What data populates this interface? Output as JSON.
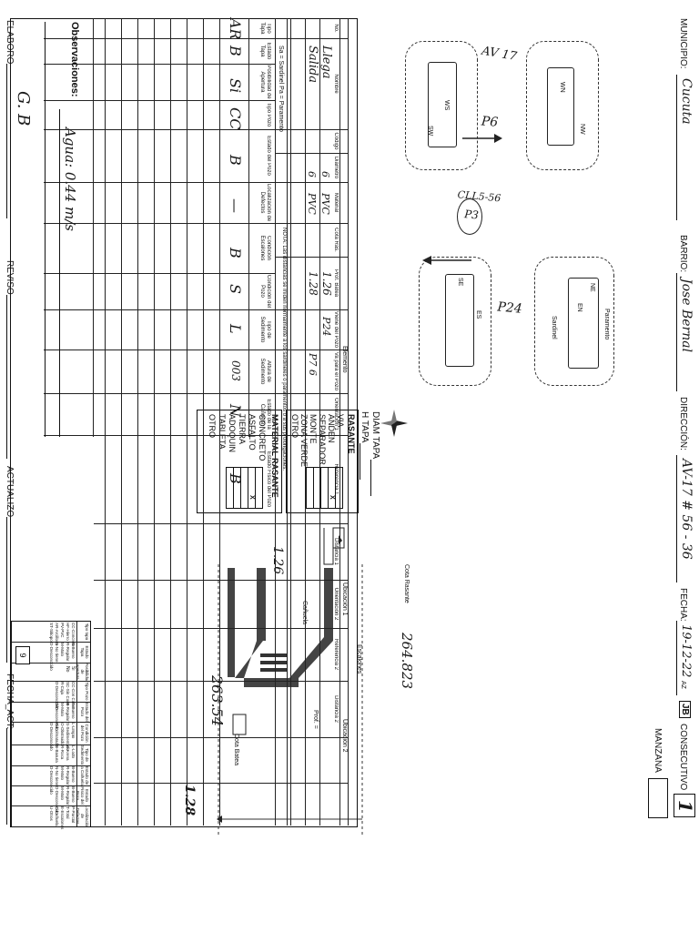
{
  "header": {
    "municipio_label": "MUNICIPIO:",
    "municipio_value": "Cucuta",
    "barrio_label": "BARRIO:",
    "barrio_value": "Jose Bernal",
    "direccion_label": "DIRECCIÓN:",
    "direccion_value": "AV-17 # 56 - 36",
    "fecha_label": "FECHA:",
    "fecha_value": "19-12-22",
    "fecha_suffix": "AZ",
    "consecutivo_prefix": "JB",
    "consecutivo_label": "CONSECUTIVO",
    "consecutivo_value": "1",
    "manzana_label": "MANZANA"
  },
  "sketch": {
    "nw": "NW",
    "wn": "WN",
    "ws": "WS",
    "sw": "SW",
    "ne": "NE",
    "en": "EN",
    "es": "ES",
    "se": "SE",
    "paramento": "Paramento",
    "sardinel": "Sardinel",
    "annot_av": "AV 17",
    "annot_p6": "P6",
    "annot_calle": "CLL5-56",
    "annot_p24": "P24",
    "annot_pozo": "P3",
    "compass": "N"
  },
  "rasante": {
    "diam_tapa": "DIAM TAPA",
    "h_tapa": "H TAPA",
    "title": "RASANTE",
    "options": [
      "VIA",
      "ANDEN",
      "SEPARADOR",
      "MONTE",
      "ZONA VERDE",
      "OTRO"
    ],
    "mark": "X"
  },
  "material": {
    "title": "MATERIAL RASANTE",
    "options": [
      "CONCRETO",
      "ASFALTO",
      "TIERRA",
      "ADOQUIN",
      "TABLETA",
      "OTRO"
    ],
    "mark": "X"
  },
  "profile": {
    "cota_rasante_label": "Cota Rasante",
    "cota_rasante_value": "264.823",
    "escalones": "Escalones",
    "prof_label": "Prof. =",
    "canuela": "Cañuela",
    "cota_batea_label": "Cota Batea",
    "cota_batea_value": "263.54",
    "prof_left": "1.26",
    "prof_right": "1.28"
  },
  "table": {
    "elemento": "Elemento",
    "ubic1": "Ubicación 1",
    "ubic2": "Ubicación 2",
    "cols": [
      "No.",
      "Nombre",
      "Código",
      "Diámetro",
      "Material",
      "Cota Ras.",
      "Prof. Batea",
      "Viene del Pozo",
      "Va para el Pozo",
      "Orientación 1",
      "Referencia 1",
      "Distancia 1",
      "Orientación 2",
      "Referencia 2",
      "Distancia 2"
    ],
    "rows": [
      {
        "nombre": "Llega",
        "diametro": "6",
        "material": "PVC",
        "prof": "1.26",
        "viene": "P24",
        "va": ""
      },
      {
        "nombre": "Salida",
        "diametro": "6",
        "material": "PVC",
        "prof": "1.28",
        "viene": "",
        "va": "P7 6"
      }
    ],
    "note": "NOTA: Las distancias se miden normalmente a los sardineles o paramentos o a sus prolongaciones.",
    "sardinel_label": "Sa = Sardinel   Pa = Paramento"
  },
  "lower": {
    "cols": [
      "Tipo Tapa",
      "Estado Tapa",
      "Posibilidad de Apertura",
      "Tipo Pozo",
      "Estado del Pozo",
      "Localización de Defectos",
      "Condición Escalones",
      "Condición del Pozo",
      "Tipo de Sedimento",
      "Altura de Sedimento",
      "Estado de la Cañuela",
      "Estado Físico del Pozo"
    ],
    "values": [
      "AR",
      "B",
      "Si",
      "CC",
      "B",
      "—",
      "B",
      "S",
      "L",
      "003",
      "N",
      "B"
    ]
  },
  "observaciones": {
    "label": "Observaciones:",
    "text": "Agua: 0.44 m/s"
  },
  "footer": {
    "elaboro": "ELABORO",
    "elaboro_value": "G. B",
    "reviso": "REVISO",
    "actualizo": "ACTUALIZO",
    "fecha_act": "FECHA_ACT:",
    "page_number": "9"
  },
  "legend": {
    "headers": [
      "Tipo tapa",
      "Estado Tapa",
      "Posibilidad de Apertura",
      "Tipo Pozo",
      "Estado del Pozo",
      "Condición del Pozo",
      "Tipo de Sedimento",
      "Estado de la Cañuela",
      "Estado Físico del Pozo",
      "Localización de Defectos"
    ],
    "c1": "CC-Concreto\nHF-Hierro\nPV-PVC\nAR-Arcilloso\nST-Sitiopo",
    "c2": "B-Bueno\nR-Regular\nM-Malo\nN-No tiene\nD-Desconocido",
    "c3": "Si\nNo",
    "c4": "CC-Con Cono\nSC-Sin Cono\nR-Caja\nD-Desconocido",
    "c5": "B-Bueno\nR-Regular\nM-Malo\nD-Desconocido",
    "c6": "L-Limpio\nS-Sedimentado\nO-Obstruido\nR-Colmatado\nD-Desconocido",
    "c7": "L-Lodo\nA-Arena\nR-Roca\nB-Basura",
    "c8": "B-Bueno\nR-Regular\nM-Malo\nN-No tiene\nD-Desconocido",
    "c9": "B-Bueno\nR-Regular\nM-Malo\nD-Desconocido",
    "c10": "P-Parcial\nT-Total\nE-Escalones\nC-Cañuela\nU-Otros"
  }
}
